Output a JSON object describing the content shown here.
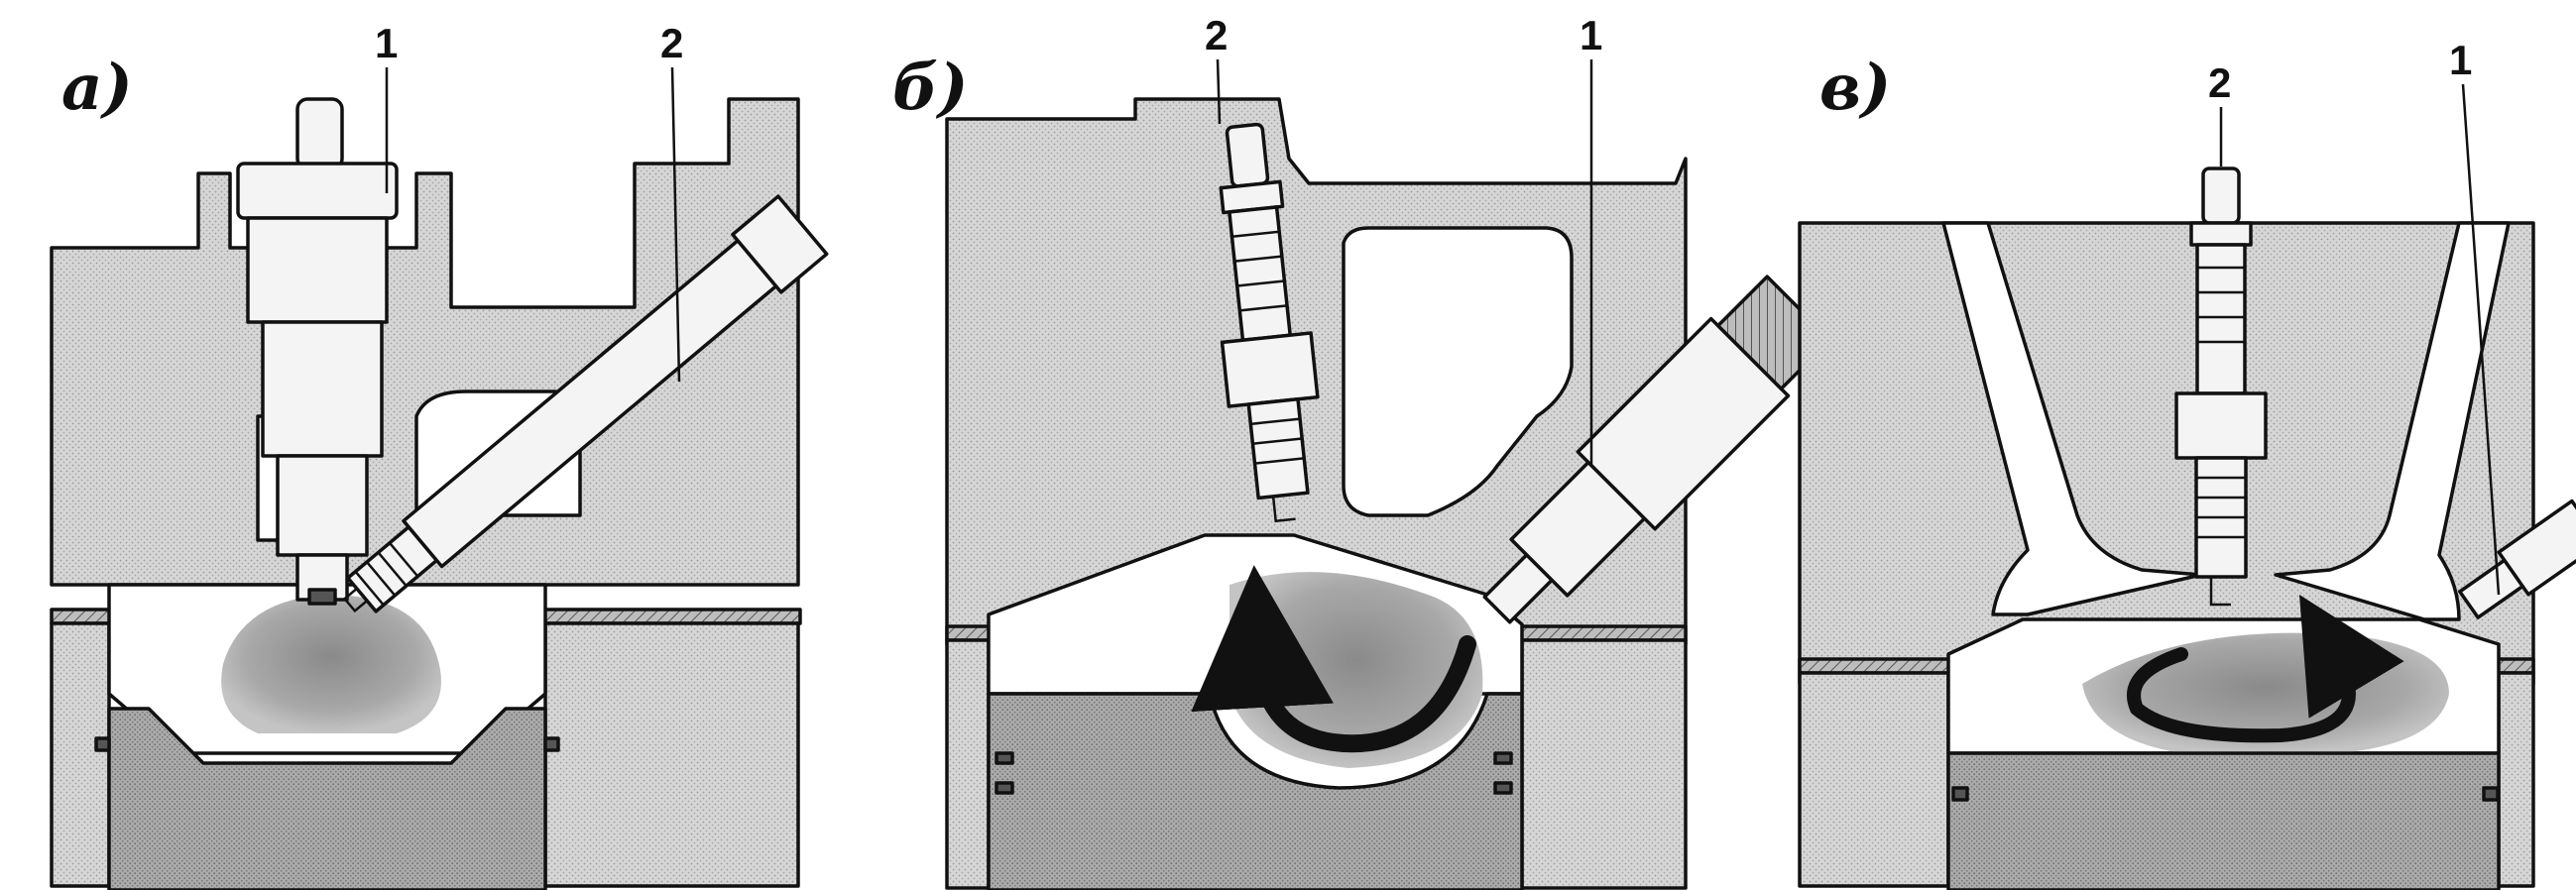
{
  "panels": [
    {
      "letter": "а)",
      "callouts": [
        "1",
        "2"
      ]
    },
    {
      "letter": "б)",
      "callouts": [
        "2",
        "1"
      ]
    },
    {
      "letter": "в)",
      "callouts": [
        "2",
        "1"
      ]
    }
  ],
  "colors": {
    "head_fill": "#cfcfcf",
    "piston_fill": "#a9a9a9",
    "cylinder_fill": "#d9d9d9",
    "chamber_fill": "#ffffff",
    "charge_cloud": "#9a9a9a",
    "part_fill": "#f4f4f4",
    "ink": "#111111"
  },
  "icons": [
    "swirl-arrow-icon",
    "tumble-arrow-icon"
  ]
}
